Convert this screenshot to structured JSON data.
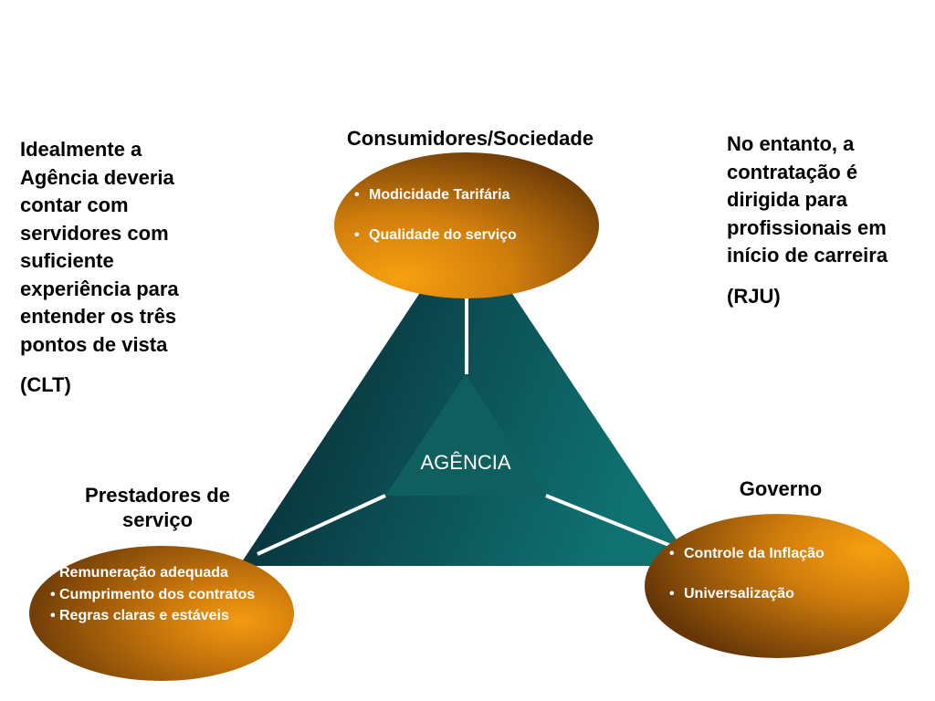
{
  "left_text": {
    "paragraph": "Idealmente a Agência deveria contar com servidores com suficiente experiência para entender os três pontos de vista",
    "tag": "(CLT)"
  },
  "right_text": {
    "paragraph": "No entanto, a contratação é dirigida para profissionais em início de carreira",
    "tag": "(RJU)"
  },
  "nodes": {
    "top": {
      "title": "Consumidores/Sociedade",
      "items": [
        "Modicidade Tarifária",
        "Qualidade do serviço"
      ]
    },
    "left": {
      "title": "Prestadores de serviço",
      "items": [
        "Remuneração adequada",
        "Cumprimento dos contratos",
        "Regras claras e estáveis"
      ]
    },
    "right": {
      "title": "Governo",
      "items": [
        "Controle da Inflação",
        "Universalização"
      ]
    }
  },
  "center": {
    "label": "AGÊNCIA"
  },
  "colors": {
    "triangle_dark": "#0a2a33",
    "triangle_light": "#0e6e6e",
    "inner_triangle": "#0e5f5e",
    "ellipse_light": "#f49b0f",
    "ellipse_dark": "#6b3a08",
    "connector": "#ffffff"
  }
}
